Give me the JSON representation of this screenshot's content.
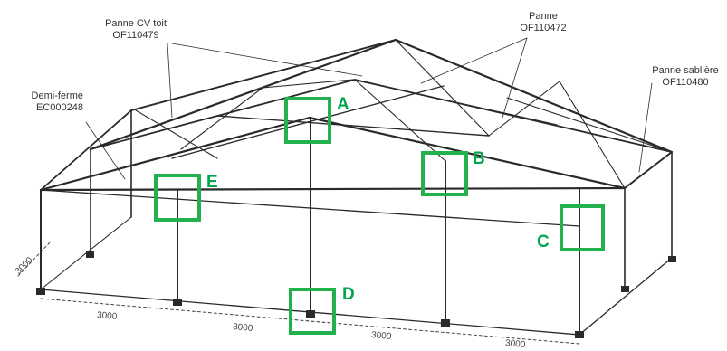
{
  "labels": {
    "panne_cv_toit": {
      "line1": "Panne CV toit",
      "line2": "OF110479"
    },
    "panne": {
      "line1": "Panne",
      "line2": "OF110472"
    },
    "panne_sabliere": {
      "line1": "Panne sablière",
      "line2": "OF110480"
    },
    "demi_ferme": {
      "line1": "Demi-ferme",
      "line2": "EC000248"
    }
  },
  "callouts": [
    "A",
    "B",
    "C",
    "D",
    "E"
  ],
  "dimensions": {
    "side": "3000",
    "span1": "3000",
    "span2": "3000",
    "span3": "3000",
    "span4": "3000"
  },
  "colors": {
    "highlight": "#22b14c",
    "letter": "#00a64f",
    "frame": "#2a2a2a"
  }
}
